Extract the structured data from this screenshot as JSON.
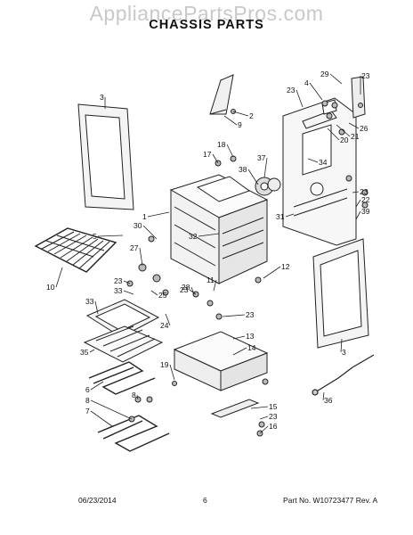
{
  "watermark": "AppliancePartsPros.com",
  "title": "CHASSIS PARTS",
  "callouts": [
    "1",
    "2",
    "3",
    "3",
    "4",
    "5",
    "6",
    "7",
    "8",
    "8",
    "9",
    "10",
    "11",
    "12",
    "13",
    "14",
    "15",
    "16",
    "17",
    "18",
    "19",
    "20",
    "21",
    "22",
    "23",
    "23",
    "23",
    "23",
    "23",
    "23",
    "23",
    "24",
    "25",
    "26",
    "27",
    "28",
    "29",
    "30",
    "31",
    "32",
    "33",
    "33",
    "34",
    "35",
    "36",
    "37",
    "38",
    "39"
  ],
  "footer": {
    "date": "06/23/2014",
    "page": "6",
    "part_no": "Part No.  W10723477  Rev. A"
  }
}
